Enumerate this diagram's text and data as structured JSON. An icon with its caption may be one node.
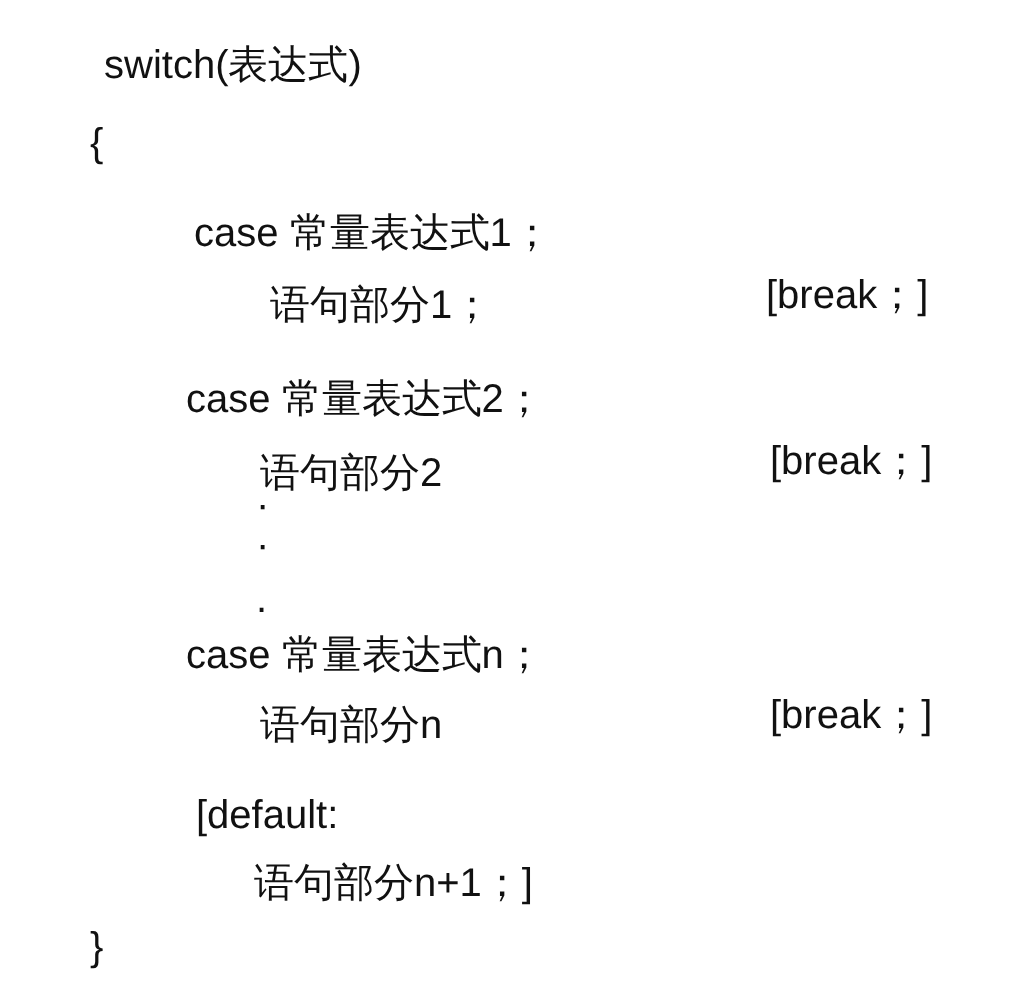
{
  "diagram": {
    "labels": [
      "switch(表达式)",
      "{",
      "case 常量表达式1；",
      "语句部分1；",
      "[break；]",
      "case 常量表达式2；",
      "语句部分2",
      "[break；]",
      "·",
      "·",
      ".",
      "case 常量表达式n；",
      "语句部分n",
      "[break；]",
      "[default:",
      "语句部分n+1；]",
      "}"
    ]
  }
}
